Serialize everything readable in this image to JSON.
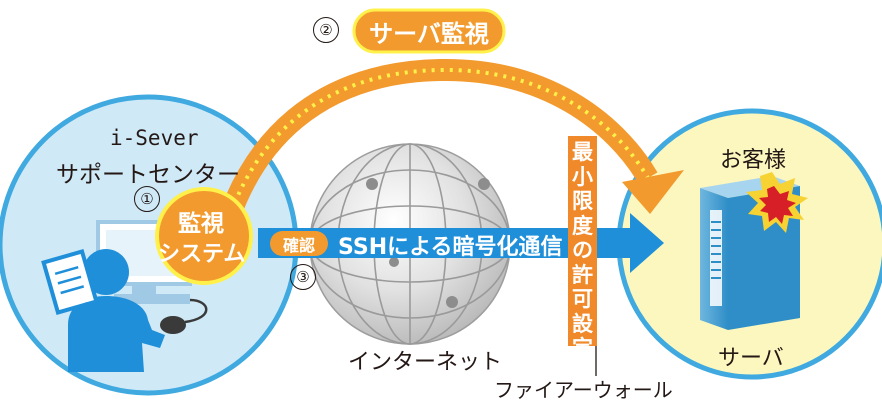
{
  "left_site": {
    "title_line1": "i-Sever",
    "title_line2": "サポートセンター",
    "circle_color": "#cfe9f7",
    "border_color": "#3fa9e0"
  },
  "monitor_system": {
    "line1": "監視",
    "line2": "システム",
    "fill": "#f29a2e",
    "ring": "#fff04a"
  },
  "step_markers": {
    "one": "①",
    "two": "②",
    "three": "③"
  },
  "server_monitor_badge": {
    "label": "サーバ監視",
    "fill": "#f29a2e"
  },
  "connection": {
    "confirm_label": "確認",
    "ssh_label": "SSHによる暗号化通信",
    "bar_color": "#1f8fd9"
  },
  "internet": {
    "label": "インターネット"
  },
  "firewall": {
    "vertical_label": [
      "最",
      "小",
      "限",
      "度",
      "の",
      "許",
      "可",
      "設",
      "定"
    ],
    "caption": "ファイアーウォール",
    "color": "#f0892a"
  },
  "customer": {
    "title": "お客様",
    "server_label": "サーバ",
    "circle_color": "#fbf7bf",
    "border_color": "#3fa9e0"
  },
  "icons": [
    "operator-person-icon",
    "computer-icon",
    "globe-icon",
    "server-icon",
    "alert-burst-icon"
  ]
}
